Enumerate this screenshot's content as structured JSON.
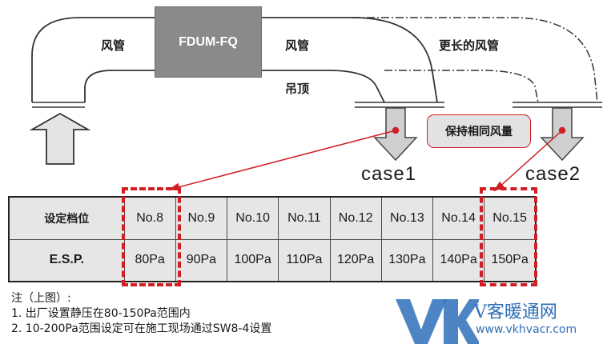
{
  "diagram": {
    "unit_label": "FDUM-FQ",
    "duct_left": "风管",
    "duct_right": "风管",
    "ceiling": "吊顶",
    "longer_duct": "更长的风管",
    "same_airflow": "保持相同风量",
    "case1": "case1",
    "case2": "case2",
    "accent_color": "#cf1f25",
    "arrow_icon": "down-arrow-icon"
  },
  "table": {
    "row_headers": [
      "设定档位",
      "E.S.P."
    ],
    "settings": [
      "No.8",
      "No.9",
      "No.10",
      "No.11",
      "No.12",
      "No.13",
      "No.14",
      "No.15"
    ],
    "esp": [
      "80Pa",
      "90Pa",
      "100Pa",
      "110Pa",
      "120Pa",
      "130Pa",
      "140Pa",
      "150Pa"
    ]
  },
  "notes": {
    "title": "注（上图）:",
    "line1": "1. 出厂设置静压在80-150Pa范围内",
    "line2": "2. 10-200Pa范围设定可在施工现场通过SW8-4设置"
  },
  "logo": {
    "mark": "VK",
    "name": "V客暖通网",
    "url": "www.vkhvacr.com"
  }
}
